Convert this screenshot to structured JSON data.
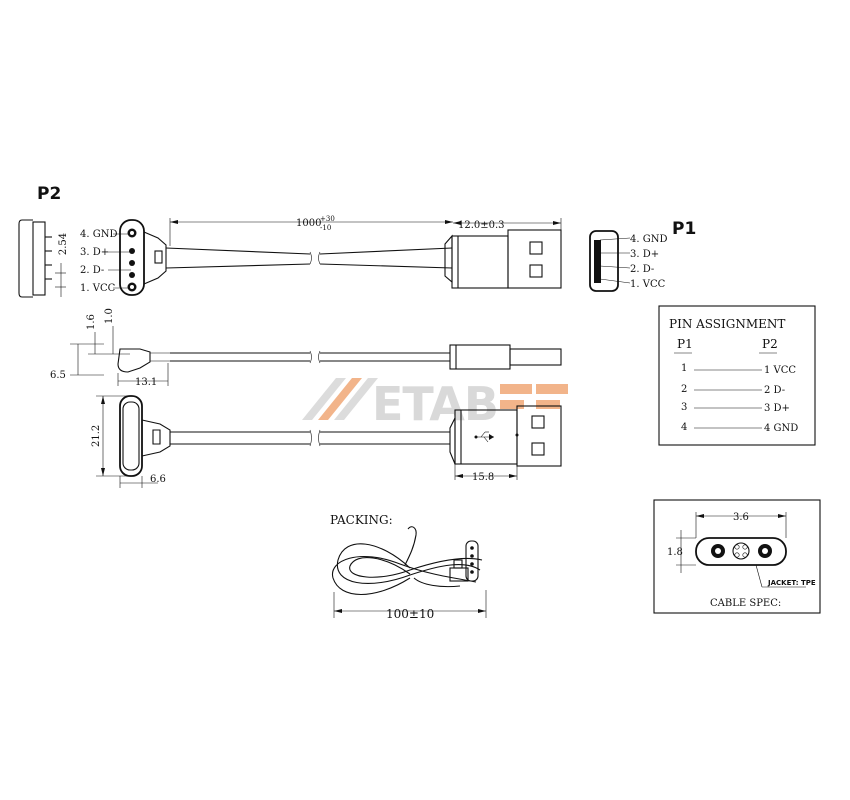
{
  "labels": {
    "p2": "P2",
    "p1": "P1",
    "length": "1000",
    "length_tol_plus": "+30",
    "length_tol_minus": "-10",
    "usb_len": "12.0±0.3",
    "pitch": "2.54",
    "dim_1_6": "1.6",
    "dim_1_0": "1.0",
    "dim_6_5": "6.5",
    "dim_13_1": "13.1",
    "dim_21_2": "21.2",
    "dim_6_6": "6.6",
    "dim_15_8": "15.8",
    "packing": "PACKING:",
    "coil": "100±10",
    "cable_w": "3.6",
    "cable_h": "1.8",
    "jacket": "JACKET: TPE",
    "cable_spec": "CABLE SPEC:"
  },
  "p2_pins": [
    "4. GND",
    "3. D+",
    "2. D-",
    "1. VCC"
  ],
  "p1_pins": [
    "4. GND",
    "3. D+",
    "2. D-",
    "1. VCC"
  ],
  "pin_assignment": {
    "title": "PIN ASSIGNMENT",
    "col_p1": "P1",
    "col_p2": "P2",
    "rows": [
      {
        "p1": "1",
        "p2": "1 VCC"
      },
      {
        "p1": "2",
        "p2": "2 D-"
      },
      {
        "p1": "3",
        "p2": "3 D+"
      },
      {
        "p1": "4",
        "p2": "4 GND"
      }
    ]
  },
  "watermark": {
    "text": "ETAB",
    "color": "#d9d9d9",
    "accent": "#f2b48a"
  }
}
